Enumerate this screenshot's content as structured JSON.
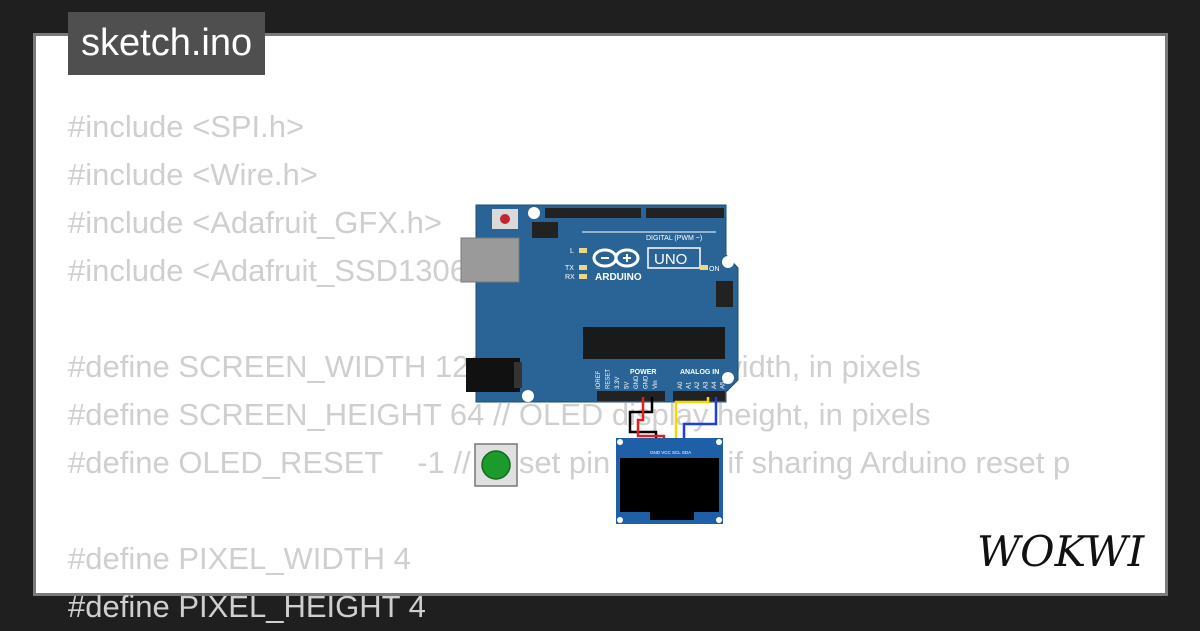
{
  "file_tab": {
    "label": "sketch.ino"
  },
  "code": {
    "lines": [
      "#include <SPI.h>",
      "#include <Wire.h>",
      "#include <Adafruit_GFX.h>",
      "#include <Adafruit_SSD1306.h>",
      "",
      "#define SCREEN_WIDTH 128 // OLED display width, in pixels",
      "#define SCREEN_HEIGHT 64 // OLED display height, in pixels",
      "#define OLED_RESET    -1 // Reset pin # (or -1 if sharing Arduino reset p",
      "",
      "#define PIXEL_WIDTH 4",
      "#define PIXEL_HEIGHT 4"
    ]
  },
  "arduino": {
    "brand": "ARDUINO",
    "model": "UNO",
    "digital_label": "DIGITAL (PWM ~)",
    "power_label": "POWER",
    "analog_label": "ANALOG IN",
    "on_label": "ON",
    "led_labels": [
      "L",
      "TX",
      "RX"
    ],
    "power_pins": [
      "IOREF",
      "RESET",
      "3.3V",
      "5V",
      "GND",
      "GND",
      "Vin"
    ],
    "analog_pins": [
      "A0",
      "A1",
      "A2",
      "A3",
      "A4",
      "A5"
    ]
  },
  "oled": {
    "pins": "GND VCC SCL SDA"
  },
  "logo": {
    "text": "WOKWI"
  },
  "colors": {
    "board": "#2a6496",
    "wire_gnd": "#000000",
    "wire_vcc": "#e02020",
    "wire_scl": "#f5d800",
    "wire_sda": "#1f3fd6",
    "button": "#1c9b2c"
  }
}
